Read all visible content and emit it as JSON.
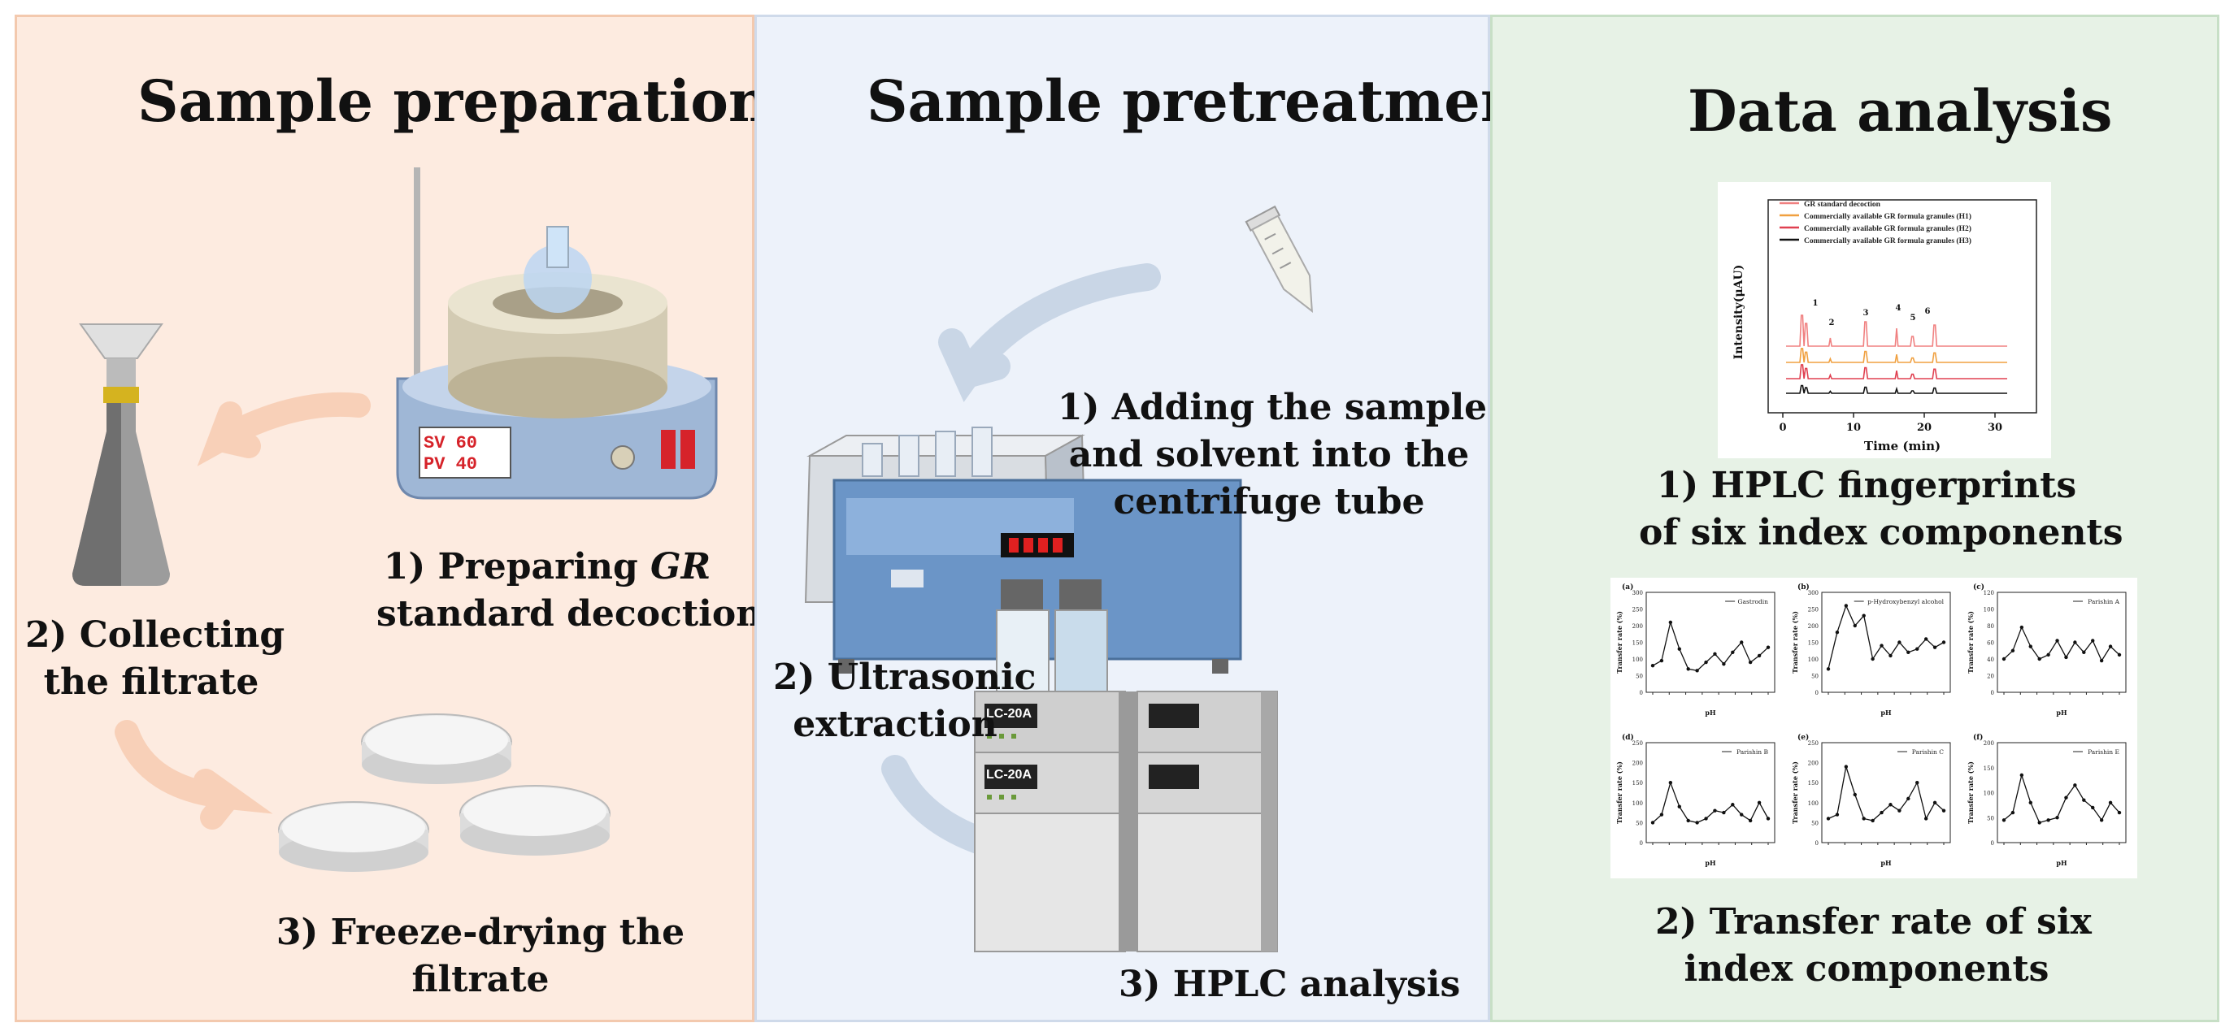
{
  "panels": {
    "preparation": {
      "title": "Sample preparation",
      "step1_pre": "1) Preparing ",
      "step1_em": "GR",
      "step1_post": "standard decoction",
      "step2_a": "2) Collecting",
      "step2_b": "the filtrate",
      "step3_a": "3) Freeze-drying the",
      "step3_b": "filtrate",
      "heater_display_1": "SV 60",
      "heater_display_2": "PV 40"
    },
    "pretreatment": {
      "title": "Sample pretreatment",
      "step1_a": "1) Adding the sample",
      "step1_b": "and solvent into the",
      "step1_c": "centrifuge tube",
      "step2_a": "2) Ultrasonic",
      "step2_b": "extraction",
      "step3": "3)  HPLC analysis",
      "hplc_module_1": "LC-20A",
      "hplc_module_2": "LC-20A"
    },
    "analysis": {
      "title": "Data analysis",
      "step1_a": "1) HPLC fingerprints",
      "step1_b": "of six index components",
      "step2_a": "2) Transfer rate of six",
      "step2_b": "index components"
    }
  },
  "fingerprint_chart": {
    "legend": [
      {
        "name": "GR standard decoction",
        "color": "#f08080"
      },
      {
        "name": "Commercially available GR formula granules (H1)",
        "color": "#f0a040"
      },
      {
        "name": "Commercially available GR formula granules (H2)",
        "color": "#e04050"
      },
      {
        "name": "Commercially available GR formula granules (H3)",
        "color": "#111111"
      }
    ],
    "ylabel": "Intensity(μAU)",
    "xlabel": "Time (min)",
    "x_ticks": [
      "0",
      "10",
      "20",
      "30"
    ],
    "peak_labels": [
      "1",
      "2",
      "3",
      "4",
      "5",
      "6"
    ]
  },
  "chart_data": [
    {
      "type": "line",
      "panel": "(a)",
      "title": "Gastrodin",
      "ylabel": "Transfer rate (%)",
      "xlabel": "pH",
      "y_ticks": [
        "300",
        "250",
        "200",
        "150",
        "100",
        "50",
        "0"
      ],
      "x": [
        1,
        2,
        3,
        4,
        5,
        6,
        7,
        8,
        9,
        10,
        11,
        12,
        13,
        14
      ],
      "values": [
        80,
        95,
        210,
        130,
        70,
        65,
        90,
        115,
        85,
        120,
        150,
        90,
        110,
        135
      ]
    },
    {
      "type": "line",
      "panel": "(b)",
      "title": "p-Hydroxybenzyl alcohol",
      "ylabel": "Transfer rate (%)",
      "xlabel": "pH",
      "y_ticks": [
        "300",
        "250",
        "200",
        "150",
        "100",
        "50",
        "0"
      ],
      "x": [
        1,
        2,
        3,
        4,
        5,
        6,
        7,
        8,
        9,
        10,
        11,
        12,
        13,
        14
      ],
      "values": [
        70,
        180,
        260,
        200,
        230,
        100,
        140,
        110,
        150,
        120,
        130,
        160,
        135,
        150
      ]
    },
    {
      "type": "line",
      "panel": "(c)",
      "title": "Parishin A",
      "ylabel": "Transfer rate (%)",
      "xlabel": "pH",
      "y_ticks": [
        "120",
        "100",
        "80",
        "60",
        "40",
        "20",
        "0"
      ],
      "x": [
        1,
        2,
        3,
        4,
        5,
        6,
        7,
        8,
        9,
        10,
        11,
        12,
        13,
        14
      ],
      "values": [
        40,
        50,
        78,
        55,
        40,
        45,
        62,
        42,
        60,
        48,
        62,
        38,
        55,
        45
      ]
    },
    {
      "type": "line",
      "panel": "(d)",
      "title": "Parishin B",
      "ylabel": "Transfer rate (%)",
      "xlabel": "pH",
      "y_ticks": [
        "250",
        "200",
        "150",
        "100",
        "50",
        "0"
      ],
      "x": [
        1,
        2,
        3,
        4,
        5,
        6,
        7,
        8,
        9,
        10,
        11,
        12,
        13,
        14
      ],
      "values": [
        50,
        70,
        150,
        90,
        55,
        50,
        60,
        80,
        75,
        95,
        70,
        55,
        100,
        60
      ]
    },
    {
      "type": "line",
      "panel": "(e)",
      "title": "Parishin C",
      "ylabel": "Transfer rate (%)",
      "xlabel": "pH",
      "y_ticks": [
        "250",
        "200",
        "150",
        "100",
        "50",
        "0"
      ],
      "x": [
        1,
        2,
        3,
        4,
        5,
        6,
        7,
        8,
        9,
        10,
        11,
        12,
        13,
        14
      ],
      "values": [
        60,
        70,
        190,
        120,
        60,
        55,
        75,
        95,
        80,
        110,
        150,
        60,
        100,
        80
      ]
    },
    {
      "type": "line",
      "panel": "(f)",
      "title": "Parishin E",
      "ylabel": "Transfer rate (%)",
      "xlabel": "pH",
      "y_ticks": [
        "200",
        "150",
        "100",
        "50",
        "0"
      ],
      "x": [
        1,
        2,
        3,
        4,
        5,
        6,
        7,
        8,
        9,
        10,
        11,
        12,
        13,
        14
      ],
      "values": [
        45,
        60,
        135,
        80,
        40,
        45,
        50,
        90,
        115,
        85,
        70,
        45,
        80,
        60
      ]
    }
  ]
}
